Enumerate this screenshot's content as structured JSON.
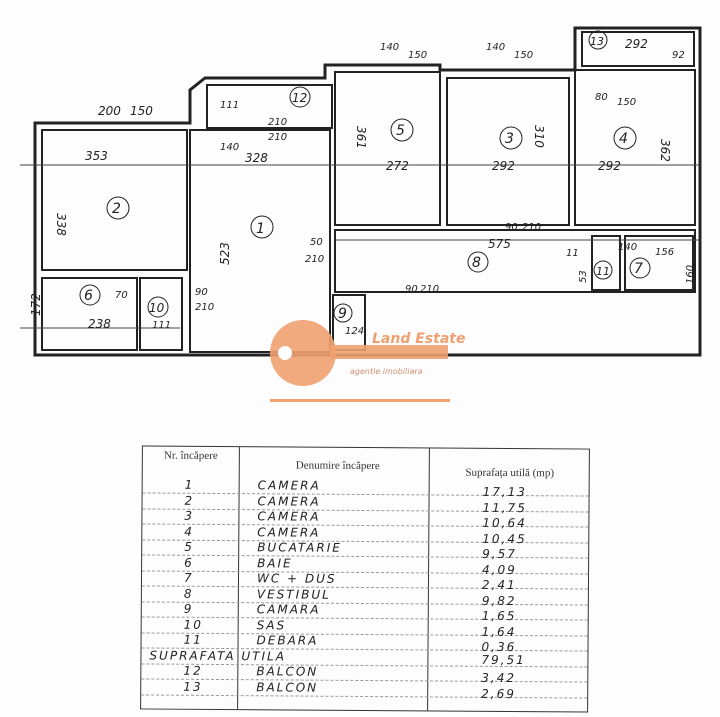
{
  "watermark": {
    "brand": "Land Estate",
    "tagline": "agentie imobiliara",
    "color": "#f0a070"
  },
  "plan": {
    "rooms": [
      "1",
      "2",
      "3",
      "4",
      "5",
      "6",
      "7",
      "8",
      "9",
      "10",
      "11",
      "12",
      "13"
    ],
    "dimensions": [
      "353",
      "338",
      "200",
      "150",
      "140",
      "210",
      "328",
      "523",
      "111",
      "210",
      "361",
      "272",
      "140",
      "150",
      "292",
      "310",
      "140",
      "150",
      "292",
      "362",
      "80",
      "150",
      "292",
      "92",
      "575",
      "90",
      "210",
      "172",
      "238",
      "111",
      "124",
      "70",
      "140",
      "156",
      "160",
      "53",
      "11",
      "90",
      "210",
      "50",
      "210",
      "90",
      "210"
    ]
  },
  "table": {
    "headers": {
      "nr": "Nr. încăpere",
      "name": "Denumire încăpere",
      "area": "Suprafața utilă (mp)"
    },
    "rows": [
      {
        "nr": "1",
        "name": "CAMERA",
        "area": "17,13"
      },
      {
        "nr": "2",
        "name": "CAMERA",
        "area": "11,75"
      },
      {
        "nr": "3",
        "name": "CAMERA",
        "area": "10,64"
      },
      {
        "nr": "4",
        "name": "CAMERA",
        "area": "10,45"
      },
      {
        "nr": "5",
        "name": "BUCATARIE",
        "area": "9,57"
      },
      {
        "nr": "6",
        "name": "BAIE",
        "area": "4,09"
      },
      {
        "nr": "7",
        "name": "WC + DUS",
        "area": "2,41"
      },
      {
        "nr": "8",
        "name": "VESTIBUL",
        "area": "9,82"
      },
      {
        "nr": "9",
        "name": "CAMARA",
        "area": "1,65"
      },
      {
        "nr": "10",
        "name": "SAS",
        "area": "1,64"
      },
      {
        "nr": "11",
        "name": "DEBARA",
        "area": "0,36"
      },
      {
        "nr": "",
        "name": "SUPRAFATA UTILA",
        "area": "79,51"
      },
      {
        "nr": "12",
        "name": "BALCON",
        "area": "3,42"
      },
      {
        "nr": "13",
        "name": "BALCON",
        "area": "2,69"
      }
    ]
  }
}
